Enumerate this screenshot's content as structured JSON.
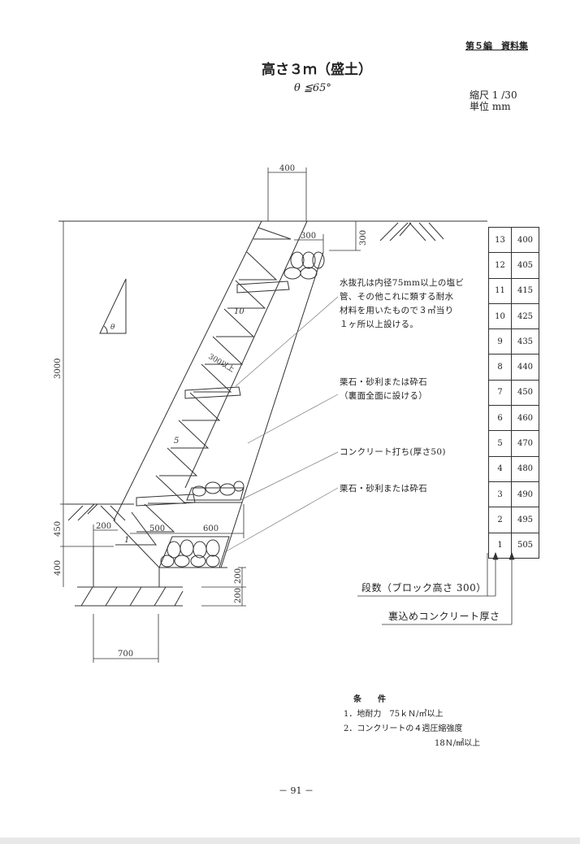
{
  "header": {
    "section": "第５編　資料集"
  },
  "title": {
    "main": "高さ３ｍ（盛土）",
    "condition": "θ ≦65°"
  },
  "scale": {
    "ratio": "縮尺 1 /30",
    "unit": "単位 mm"
  },
  "dimensions": {
    "top_width": "400",
    "drain_width": "300",
    "drain_depth": "300",
    "total_height": "3000",
    "embed": "450",
    "foundation_height": "400",
    "toe": "200",
    "base_500": "500",
    "base_600": "600",
    "sub_200a": "200",
    "sub_200b": "200",
    "foundation_width": "700",
    "spacing": "300以上",
    "theta": "θ"
  },
  "block_labels": [
    "1",
    "5",
    "10"
  ],
  "notes": {
    "drain": [
      "水抜孔は内径75mm以上の塩ビ",
      "管、その他これに類する耐水",
      "材料を用いたもので３㎡当り",
      "１ヶ所以上設ける。"
    ],
    "gravel_back": [
      "栗石・砂利または砕石",
      "（裏面全面に設ける）"
    ],
    "concrete": "コンクリート打ち(厚さ50)",
    "gravel_base": "栗石・砂利または砕石"
  },
  "table": {
    "rows": [
      [
        "13",
        "400"
      ],
      [
        "12",
        "405"
      ],
      [
        "11",
        "415"
      ],
      [
        "10",
        "425"
      ],
      [
        "9",
        "435"
      ],
      [
        "8",
        "440"
      ],
      [
        "7",
        "450"
      ],
      [
        "6",
        "460"
      ],
      [
        "5",
        "470"
      ],
      [
        "4",
        "480"
      ],
      [
        "3",
        "490"
      ],
      [
        "2",
        "495"
      ],
      [
        "1",
        "505"
      ]
    ]
  },
  "legend": {
    "steps": "段数（ブロック高さ 300）",
    "thickness": "裏込めコンクリート厚さ"
  },
  "conditions": {
    "heading": "条　　件",
    "items": [
      "1．地耐力　75ｋＮ/㎡以上",
      "2．コンクリートの４週圧縮強度"
    ],
    "item2_cont": "18Ｎ/㎟以上"
  },
  "page_number": "－ 91 －"
}
